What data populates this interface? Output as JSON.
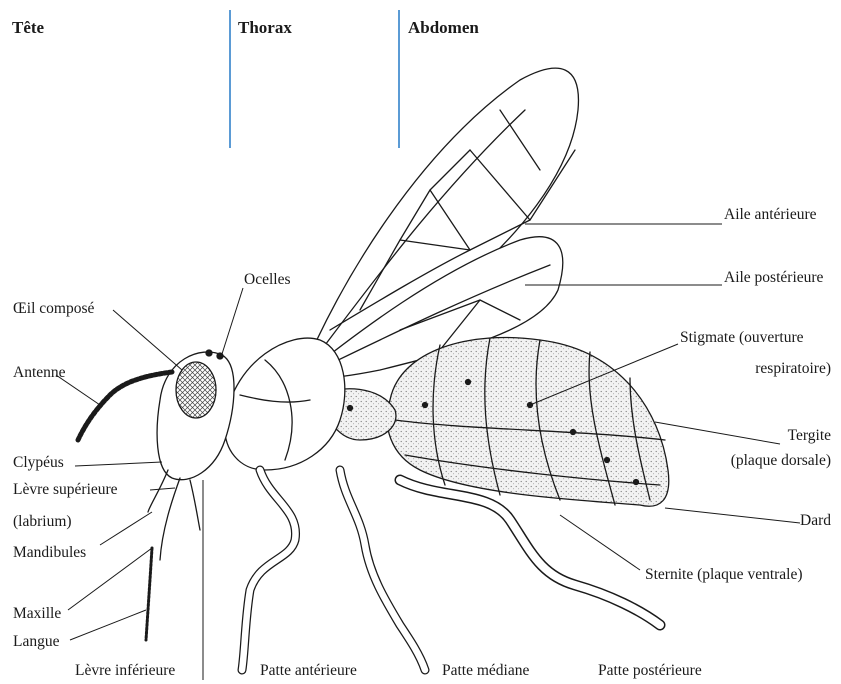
{
  "sections": {
    "head": "Tête",
    "thorax": "Thorax",
    "abdomen": "Abdomen"
  },
  "labels": {
    "eye": "Œil composé",
    "ocelli": "Ocelles",
    "antenna": "Antenne",
    "clypeus": "Clypéus",
    "upper_lip": "Lèvre supérieure",
    "labrium": "(labrium)",
    "mandibles": "Mandibules",
    "maxilla": "Maxille",
    "tongue": "Langue",
    "lower_lip": "Lèvre inférieure",
    "front_leg": "Patte antérieure",
    "mid_leg": "Patte médiane",
    "hind_leg": "Patte postérieure",
    "fore_wing": "Aile antérieure",
    "hind_wing": "Aile postérieure",
    "spiracle": "Stigmate (ouverture",
    "spiracle_2": "respiratoire)",
    "tergite": "Tergite",
    "tergite_2": "(plaque dorsale)",
    "sting": "Dard",
    "sternite": "Sternite (plaque ventrale)"
  },
  "colors": {
    "divider": "#5b9bd5",
    "ink": "#1a1a1a",
    "stipple": "#e8e8e8"
  }
}
